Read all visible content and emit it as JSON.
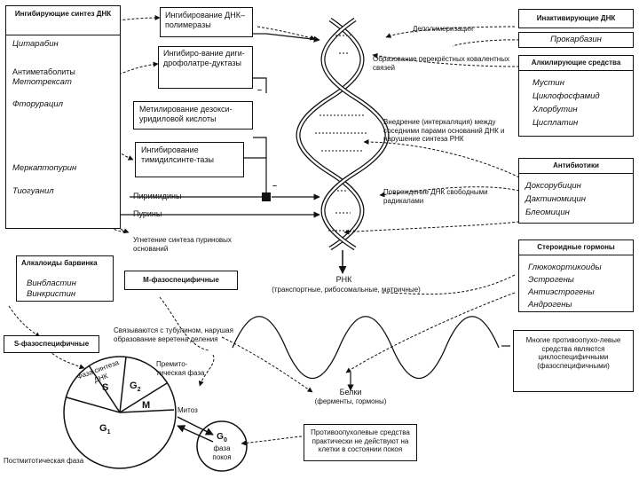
{
  "colors": {
    "ink": "#111111",
    "paper": "#ffffff"
  },
  "left_panel": {
    "title": "Ингибирующие синтез ДНК",
    "drugs": [
      "Цитарабин",
      "Антиметаболиты",
      "Метотрексат",
      "Фторурацил",
      "Меркаптопурин",
      "Тиогуанил"
    ]
  },
  "boxes": {
    "dna_polymerase": "Ингибирование ДНК–полимеразы",
    "dhfr": "Ингибиро-вание диги-дрофолатре-дуктазы",
    "methylation": "Метилирование дезокси-уридиловой кислоты",
    "thymidylate": "Ингибирование тимидилсинте-тазы"
  },
  "labels": {
    "pyrimidines": "Пиримидины",
    "purines": "Пурины",
    "purine_inhibition": "Угнетение синтеза пуриновых оснований",
    "minus": "–",
    "depolymerization": "Деполимеризация",
    "crosslinks": "Образование перекрёстных ковалентных связей",
    "intercalation": "Внедрение (интеркаляция) между соседними парами оснований ДНК и нарушение синтеза РНК",
    "radicals": "Повреждение ДНК свободными радикалами",
    "rna": "РНК",
    "rna_types": "(транспортные, рибосомальные, матричные)",
    "tubulin": "Связываются с тубулином, нарушая образование веретена деления",
    "proteins": "Белки",
    "proteins_sub": "(ферменты, гормоны)",
    "premitotic": "Премито-тическая фаза",
    "mitosis": "Митоз",
    "postmitotic": "Постмитотическая фаза"
  },
  "inactivating": {
    "title": "Инактивирующие ДНК",
    "drug": "Прокарбазин"
  },
  "alkylating": {
    "title": "Алкилирующие средства",
    "drugs": [
      "Мустин",
      "Циклофосфамид",
      "Хлорбутин",
      "Цисплатин"
    ]
  },
  "antibiotics": {
    "title": "Антибиотики",
    "drugs": [
      "Доксорубицин",
      "Дактиномицин",
      "Блеомицин"
    ]
  },
  "steroids": {
    "title": "Стероидные гормоны",
    "drugs": [
      "Глюкокортикоиды",
      "Эстрогены",
      "Антиэстрогены",
      "Андрогены"
    ]
  },
  "alkaloids": {
    "title": "Алкалоиды барвинка",
    "drugs": [
      "Винбластин",
      "Винкристин"
    ]
  },
  "m_phase": "М-фазоспецифичные",
  "s_phase": "S-фазоспецифичные",
  "cycle": {
    "s_label": "Фаза синтеза ДНК",
    "s": "S",
    "g2": "G",
    "g2_sub": "2",
    "m": "M",
    "g1": "G",
    "g1_sub": "1"
  },
  "g0": {
    "label": "G",
    "sub": "0",
    "caption": "фаза покоя"
  },
  "note_cyclespecific": "Многие противоопухо-левые средства являются циклоспецифичными (фазоспецифичными)",
  "note_rest": "Противоопухолевые средства практически не действуют на клетки в состоянии покоя"
}
